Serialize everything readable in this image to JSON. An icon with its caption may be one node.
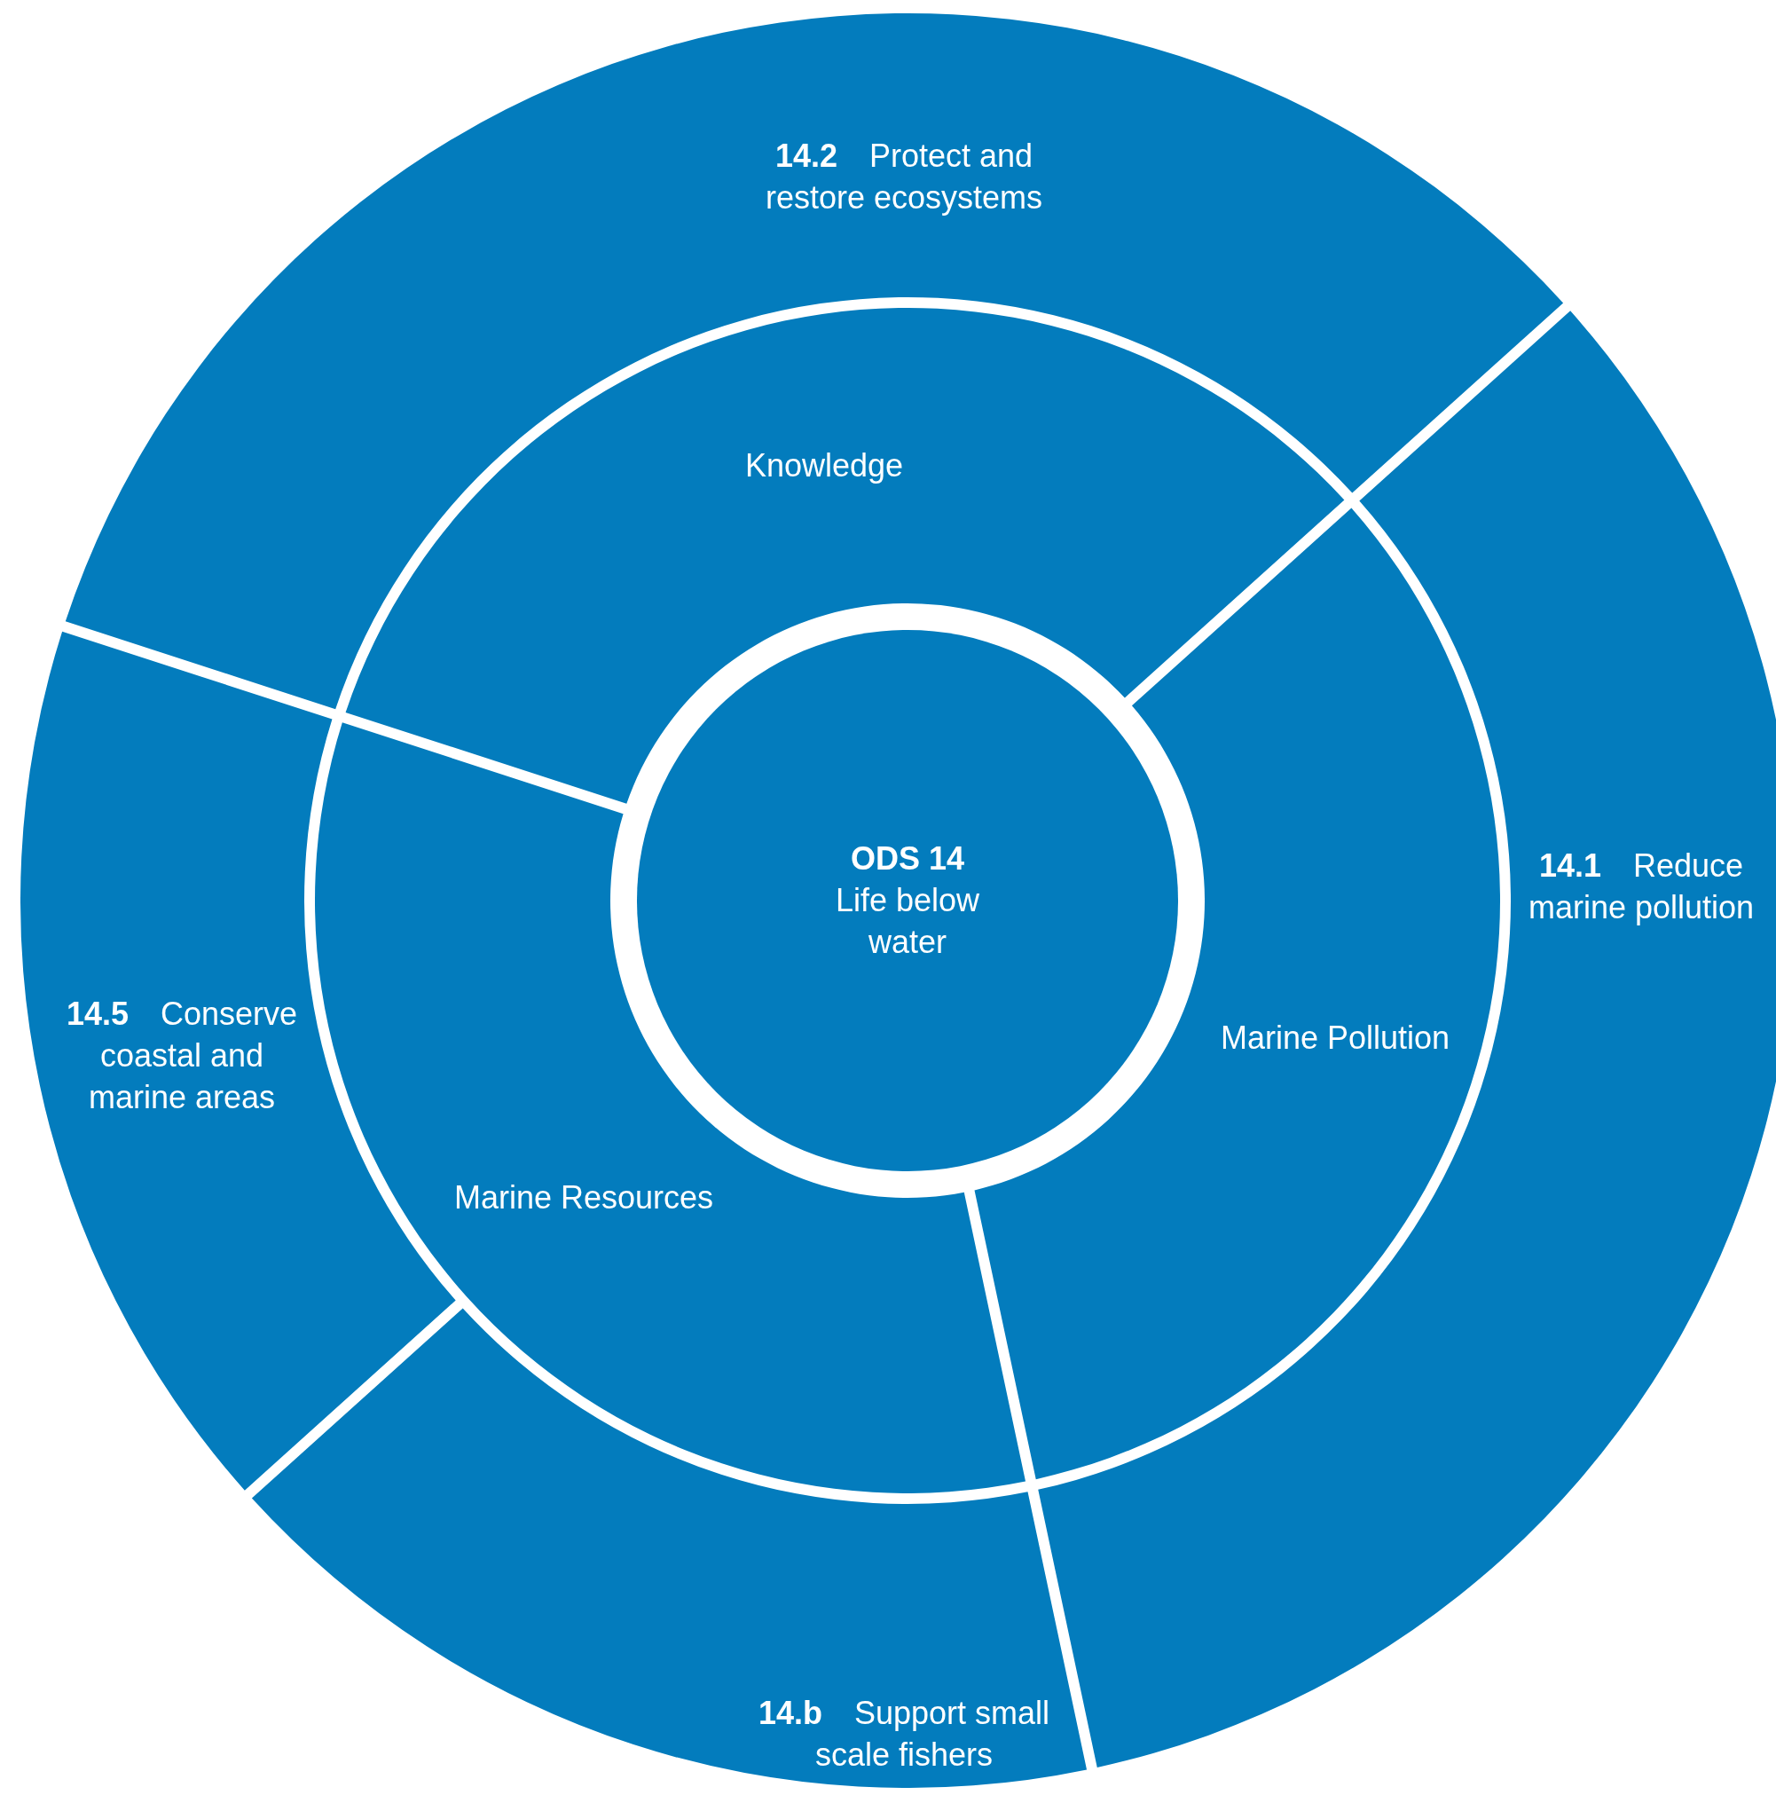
{
  "diagram": {
    "nodes": [
      {
        "text": [
          "ODS 14",
          "Life below water"
        ]
      },
      {
        "text": [
          "Knowledge"
        ]
      },
      {
        "text": [
          "Marine Pollution"
        ]
      },
      {
        "text": [
          "Marine Resources"
        ]
      },
      {
        "text": [
          "14.2",
          "Protect and restore ecosystems"
        ]
      },
      {
        "text": [
          "14.1",
          "Reduce marine pollution"
        ]
      },
      {
        "text": [
          "14.5",
          "Conserve coastal and marine areas"
        ]
      },
      {
        "text": [
          "14.b",
          "Support small scale fishers"
        ]
      }
    ]
  }
}
